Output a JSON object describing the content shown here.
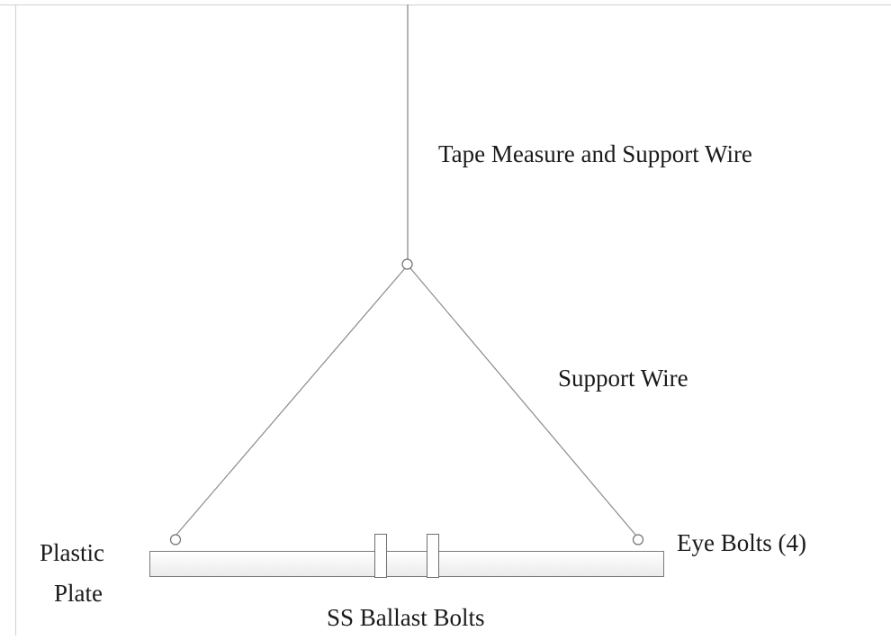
{
  "labels": {
    "tape_measure": "Tape Measure and Support Wire",
    "support_wire": "Support Wire",
    "eye_bolts": "Eye Bolts (4)",
    "plastic_plate_line1": "Plastic",
    "plastic_plate_line2": "Plate",
    "ballast_bolts": "SS Ballast Bolts"
  },
  "colors": {
    "line": "#8a8a8a",
    "frame": "#c8c8c8",
    "plate_fill_top": "#ffffff",
    "plate_fill_bottom": "#ededed",
    "text": "#1a1a1a"
  }
}
